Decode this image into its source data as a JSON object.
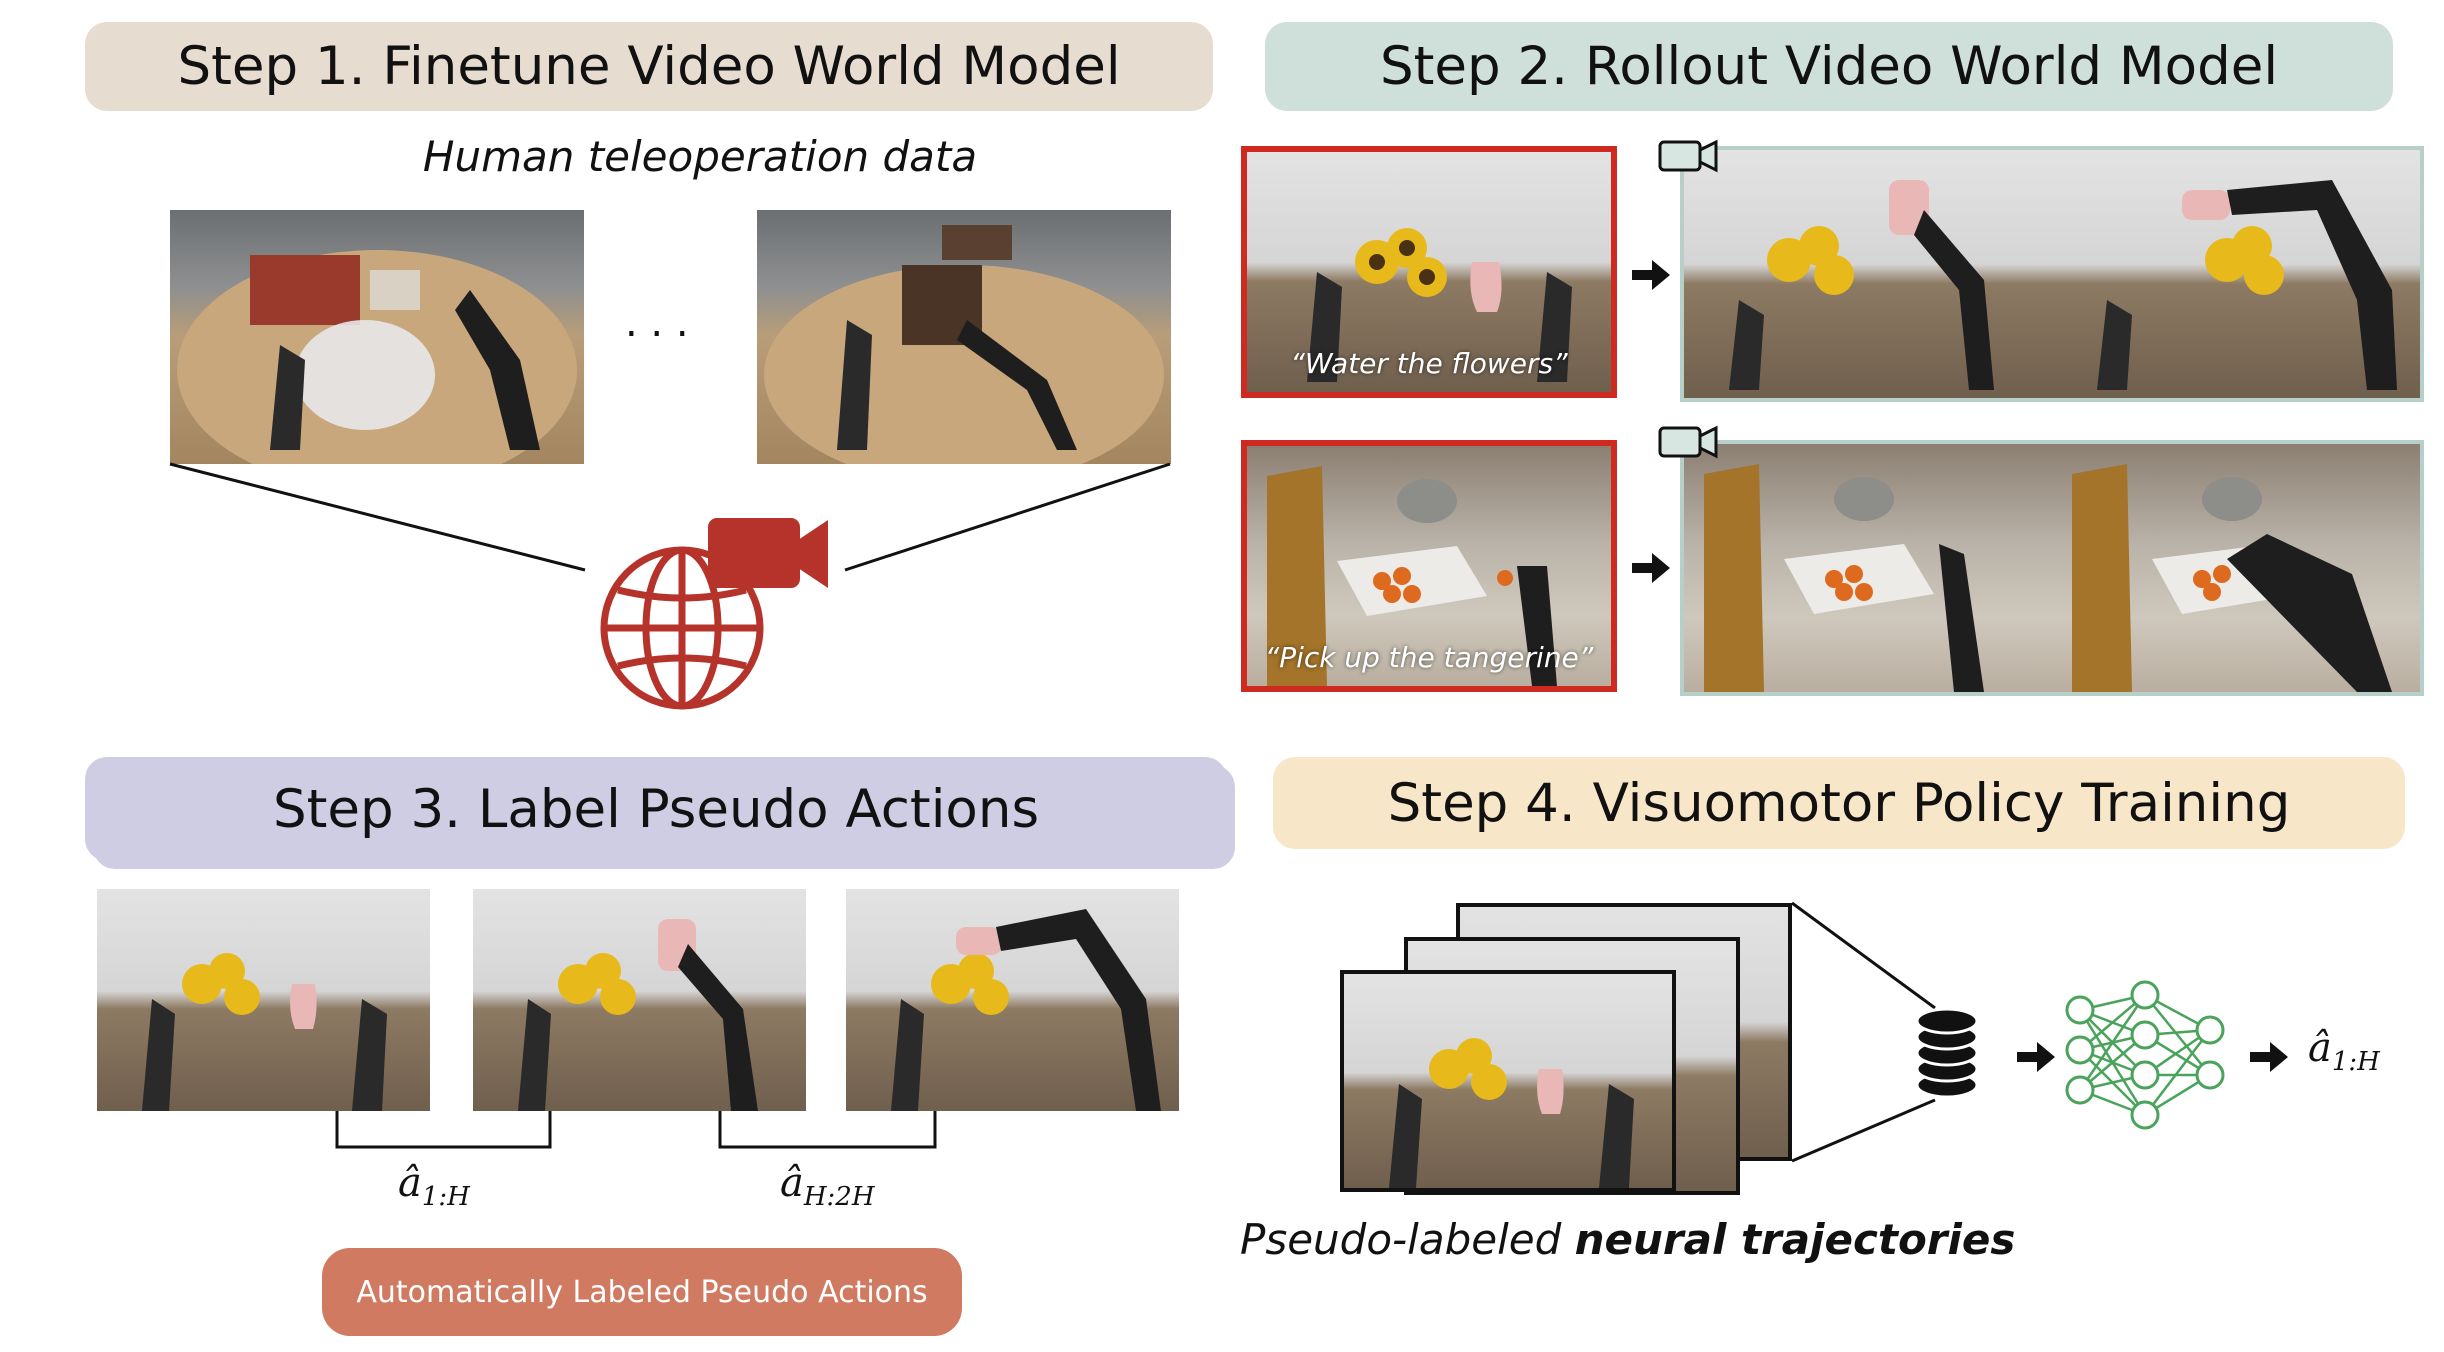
{
  "step1": {
    "title": "Step 1. Finetune Video World Model",
    "caption": "Human teleoperation data",
    "ellipsis": ". . ."
  },
  "step2": {
    "title": "Step 2. Rollout Video World Model",
    "prompt1": "“Water the flowers”",
    "prompt2": "“Pick up the tangerine”"
  },
  "step3": {
    "title": "Step 3. Label Pseudo Actions",
    "label1_base": "â",
    "label1_sub": "1:H",
    "label2_base": "â",
    "label2_sub": "H:2H",
    "pill": "Automatically Labeled Pseudo Actions"
  },
  "step4": {
    "title": "Step 4. Visuomotor Policy Training",
    "caption_regular": "Pseudo-labeled ",
    "caption_bold": "neural trajectories",
    "output_base": "â",
    "output_sub": "1:H"
  },
  "colors": {
    "step1_bg": "#e6ddd0",
    "step2_bg": "#cfe0da",
    "step3_bg": "#cfcde3",
    "step4_bg": "#f8e6c8",
    "accent_red": "#b5332a",
    "frame_red": "#cf2a1f",
    "frame_teal": "#b6cfc8",
    "network_green": "#4aa35a",
    "pill": "#d07a61"
  },
  "icons": [
    "video-camera-icon",
    "globe-icon",
    "database-icon",
    "neural-network-icon",
    "arrow-right-icon"
  ]
}
